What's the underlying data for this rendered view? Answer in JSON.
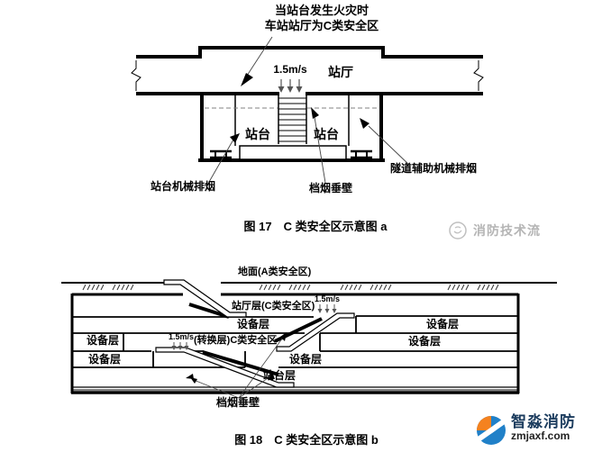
{
  "figure_a": {
    "callout": {
      "line1": "当站台发生火灾时",
      "line2": "车站站厅为C类安全区"
    },
    "airflow_label": "1.5m/s",
    "hall_label": "站厅",
    "platform_label_left": "站台",
    "platform_label_right": "站台",
    "platform_smoke_label": "站台机械排烟",
    "smoke_barrier_label": "档烟垂壁",
    "tunnel_smoke_label": "隧道辅助机械排烟",
    "caption": "图 17　C 类安全区示意图 a",
    "watermark": "消防技术流"
  },
  "figure_b": {
    "ground_label": "地面(A类安全区)",
    "hall_level_label": "站厅层(C类安全区)",
    "airflow_upper": "1.5m/s",
    "airflow_lower": "1.5m/s",
    "equipment_label": "设备层",
    "transfer_label": "(转换层)C类安全区",
    "platform_level_label": "站台层",
    "smoke_barrier_label": "档烟垂壁",
    "caption": "图 18　C 类安全区示意图 b"
  },
  "branding": {
    "site_name": "智淼消防",
    "site_url": "zmjaxf.com",
    "colors": {
      "logo_orange": "#f5821f",
      "logo_blue": "#2080c8",
      "brand_navy": "#1c3c5e",
      "watermark_gray": "#b5b5b5",
      "line_black": "#000000"
    }
  }
}
